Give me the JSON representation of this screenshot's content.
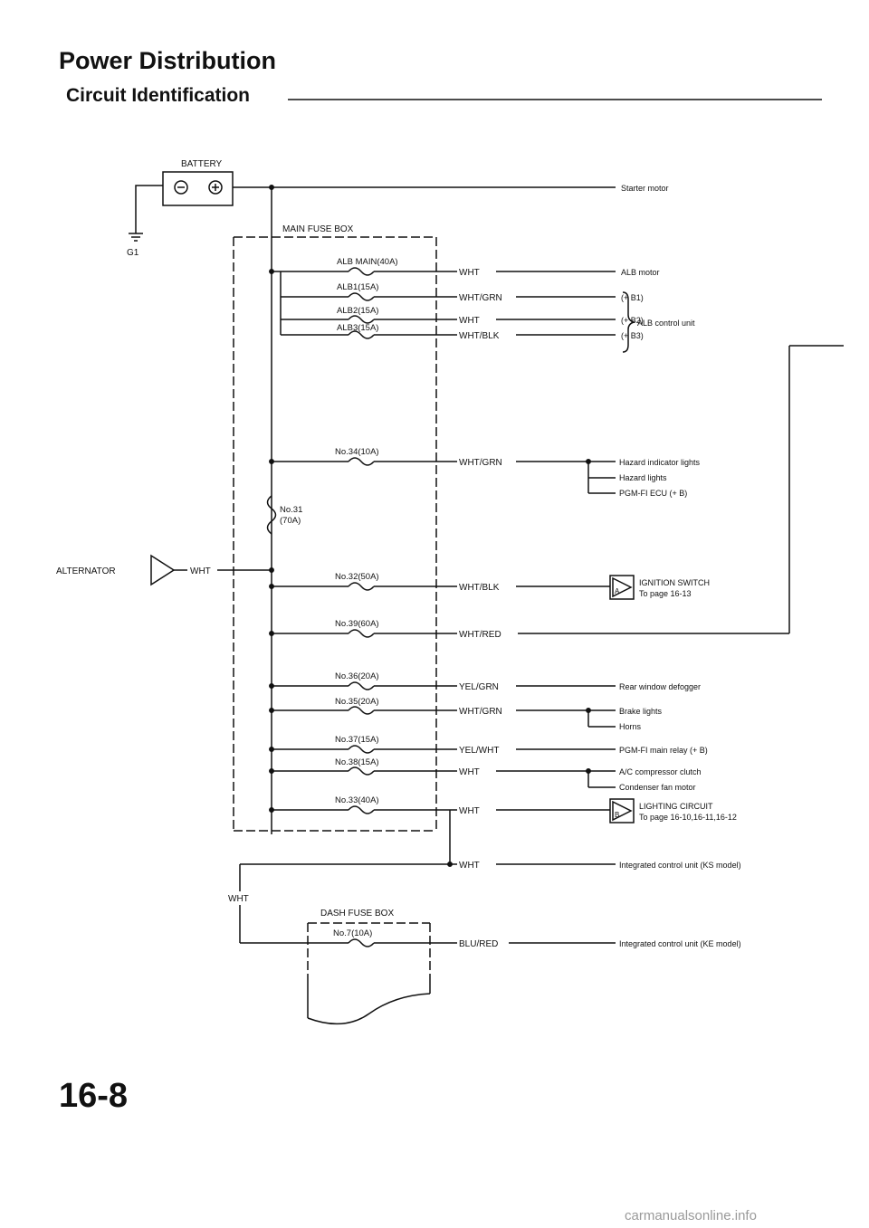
{
  "header": {
    "title": "Power Distribution",
    "subtitle": "Circuit Identification"
  },
  "page_number": "16-8",
  "watermark": "carmanualsonline.info",
  "diagram": {
    "battery_label": "BATTERY",
    "ground_label": "G1",
    "alternator_label": "ALTERNATOR",
    "alternator_wire": "WHT",
    "starter_label": "Starter motor",
    "main_box_label": "MAIN FUSE BOX",
    "dash_box_label": "DASH FUSE BOX",
    "no31_line1": "No.31",
    "no31_line2": "(70A)",
    "fuses": {
      "alb_main": "ALB MAIN(40A)",
      "alb1": "ALB1(15A)",
      "alb2": "ALB2(15A)",
      "alb3": "ALB3(15A)",
      "no34": "No.34(10A)",
      "no32": "No.32(50A)",
      "no39": "No.39(60A)",
      "no36": "No.36(20A)",
      "no35": "No.35(20A)",
      "no37": "No.37(15A)",
      "no38": "No.38(15A)",
      "no33": "No.33(40A)",
      "no7": "No.7(10A)"
    },
    "wires": {
      "w_alb_main": "WHT",
      "w_alb1": "WHT/GRN",
      "w_alb2": "WHT",
      "w_alb3": "WHT/BLK",
      "w_no34": "WHT/GRN",
      "w_no32": "WHT/BLK",
      "w_no39": "WHT/RED",
      "w_no36": "YEL/GRN",
      "w_no35": "WHT/GRN",
      "w_no37": "YEL/WHT",
      "w_no38": "WHT",
      "w_no33": "WHT",
      "w_integrated_ks": "WHT",
      "w_dash_tap": "WHT",
      "w_no7": "BLU/RED"
    },
    "destinations": {
      "alb_motor": "ALB motor",
      "b1": "(+ B1)",
      "b2": "(+ B2)",
      "b3": "(+ B3)",
      "alb_control": "ALB control unit",
      "hazard_indicator": "Hazard indicator lights",
      "hazard_lights": "Hazard lights",
      "pgm_fi_ecu": "PGM-FI ECU (+ B)",
      "ignition_switch": "IGNITION SWITCH",
      "ignition_page": "To page 16-13",
      "connector_a": "A",
      "rear_defogger": "Rear window defogger",
      "brake_lights": "Brake lights",
      "horns": "Horns",
      "pgm_fi_relay": "PGM-FI main relay (+ B)",
      "ac_clutch": "A/C compressor clutch",
      "condenser_fan": "Condenser fan motor",
      "lighting_circuit": "LIGHTING CIRCUIT",
      "lighting_page": "To page 16-10,16-11,16-12",
      "connector_b": "B",
      "integrated_ks": "Integrated control unit (KS model)",
      "integrated_ke": "Integrated control unit (KE model)"
    }
  }
}
